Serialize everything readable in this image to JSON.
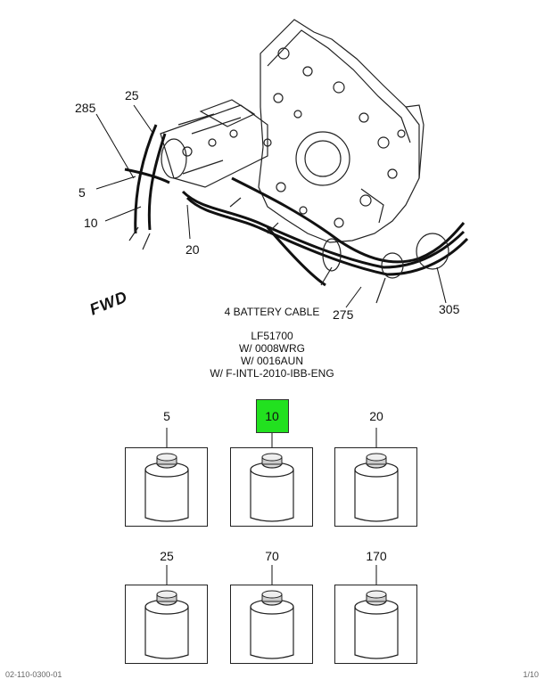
{
  "diagram": {
    "callouts": {
      "c285": "285",
      "c25": "25",
      "c5": "5",
      "c10": "10",
      "c20": "20",
      "c275": "275",
      "c305": "305"
    },
    "direction_label": "FWD"
  },
  "caption": {
    "title": "4 BATTERY CABLE",
    "line1": "LF51700",
    "line2": "W/ 0008WRG",
    "line3": "W/ 0016AUN",
    "line4": "W/ F-INTL-2010-IBB-ENG"
  },
  "parts": [
    {
      "number": "5",
      "highlighted": false
    },
    {
      "number": "10",
      "highlighted": true,
      "highlight_color": "#22e11f"
    },
    {
      "number": "20",
      "highlighted": false
    },
    {
      "number": "25",
      "highlighted": false
    },
    {
      "number": "70",
      "highlighted": false
    },
    {
      "number": "170",
      "highlighted": false
    }
  ],
  "footer": {
    "left": "02-110-0300-01",
    "right": "1/10"
  }
}
